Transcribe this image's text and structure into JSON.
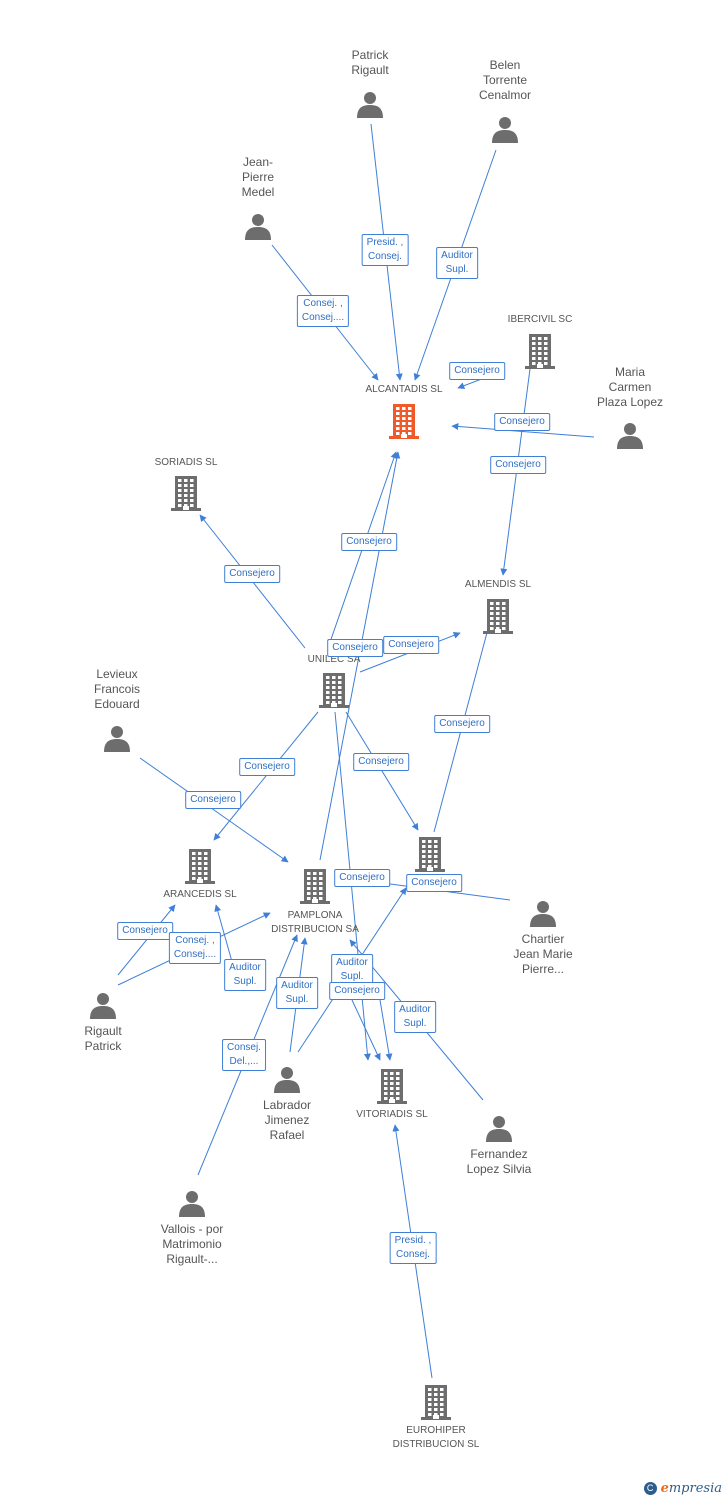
{
  "colors": {
    "edge": "#3f7fd6",
    "icon": "#6d6d6d",
    "focus": "#f05a2a",
    "label": "#555555"
  },
  "people": [
    {
      "id": "patrick_rigault",
      "label": "Patrick\nRigault"
    },
    {
      "id": "belen",
      "label": "Belen\nTorrente\nCenalmor"
    },
    {
      "id": "jean_pierre",
      "label": "Jean-\nPierre\nMedel"
    },
    {
      "id": "maria",
      "label": "Maria\nCarmen\nPlaza Lopez"
    },
    {
      "id": "levieux",
      "label": "Levieux\nFrancois\nEdouard"
    },
    {
      "id": "chartier",
      "label": "Chartier\nJean Marie\nPierre..."
    },
    {
      "id": "rigault_patrick",
      "label": "Rigault\nPatrick"
    },
    {
      "id": "labrador",
      "label": "Labrador\nJimenez\nRafael"
    },
    {
      "id": "fernandez",
      "label": "Fernandez\nLopez Silvia"
    },
    {
      "id": "vallois",
      "label": "Vallois - por\nMatrimonio\nRigault-..."
    }
  ],
  "companies": [
    {
      "id": "alcantadis",
      "label": "ALCANTADIS SL",
      "focus": true
    },
    {
      "id": "ibercivil",
      "label": "IBERCIVIL SC"
    },
    {
      "id": "soriadis",
      "label": "SORIADIS SL"
    },
    {
      "id": "almendis",
      "label": "ALMENDIS SL"
    },
    {
      "id": "unilec",
      "label": "UNILEC SA"
    },
    {
      "id": "arancedis",
      "label": "ARANCEDIS SL"
    },
    {
      "id": "pamplona",
      "label": "PAMPLONA\nDISTRIBUCION SA"
    },
    {
      "id": "mid_company",
      "label": ""
    },
    {
      "id": "vitoriadis",
      "label": "VITORIADIS SL"
    },
    {
      "id": "eurohiper",
      "label": "EUROHIPER\nDISTRIBUCION SL"
    }
  ],
  "edge_labels": [
    {
      "id": "e1",
      "text": "Presid. ,\nConsej."
    },
    {
      "id": "e2",
      "text": "Auditor\nSupl."
    },
    {
      "id": "e3",
      "text": "Consej. ,\nConsej...."
    },
    {
      "id": "e4",
      "text": "Consejero"
    },
    {
      "id": "e5",
      "text": "Consejero"
    },
    {
      "id": "e6",
      "text": "Consejero"
    },
    {
      "id": "e7",
      "text": "Consejero"
    },
    {
      "id": "e8",
      "text": "Consejero"
    },
    {
      "id": "e9",
      "text": "Consejero"
    },
    {
      "id": "e10",
      "text": "Consejero"
    },
    {
      "id": "e11",
      "text": "Consejero"
    },
    {
      "id": "e12",
      "text": "Consejero"
    },
    {
      "id": "e13",
      "text": "Consejero"
    },
    {
      "id": "e14",
      "text": "Consejero"
    },
    {
      "id": "e15",
      "text": "Consejero"
    },
    {
      "id": "e16",
      "text": "Consejero"
    },
    {
      "id": "e17",
      "text": "Consejero"
    },
    {
      "id": "e18",
      "text": "Consej. ,\nConsej...."
    },
    {
      "id": "e19",
      "text": "Auditor\nSupl."
    },
    {
      "id": "e20",
      "text": "Auditor\nSupl."
    },
    {
      "id": "e21",
      "text": "Auditor\nSupl."
    },
    {
      "id": "e22",
      "text": "Consejero"
    },
    {
      "id": "e23",
      "text": "Auditor\nSupl."
    },
    {
      "id": "e24",
      "text": "Consej.\nDel.,..."
    },
    {
      "id": "e25",
      "text": "Presid. ,\nConsej."
    }
  ],
  "footer": {
    "symbol": "C",
    "brand_initial": "e",
    "brand_rest": "mpresia"
  }
}
